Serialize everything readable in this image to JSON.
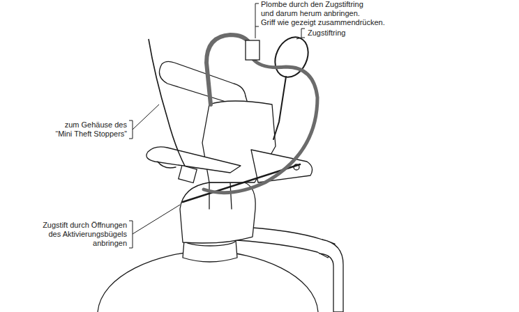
{
  "diagram": {
    "labels": [
      "Plombe durch den Zugstiftring und darum herum anbringen.",
      "Griff wie gezeigt zusammendrücken.",
      "Zugstiftring",
      "zum Gehäuse des “Mini Theft Stoppers”",
      "Zugstift durch Öffnungen des Aktivierungsbügels anbringen"
    ]
  }
}
